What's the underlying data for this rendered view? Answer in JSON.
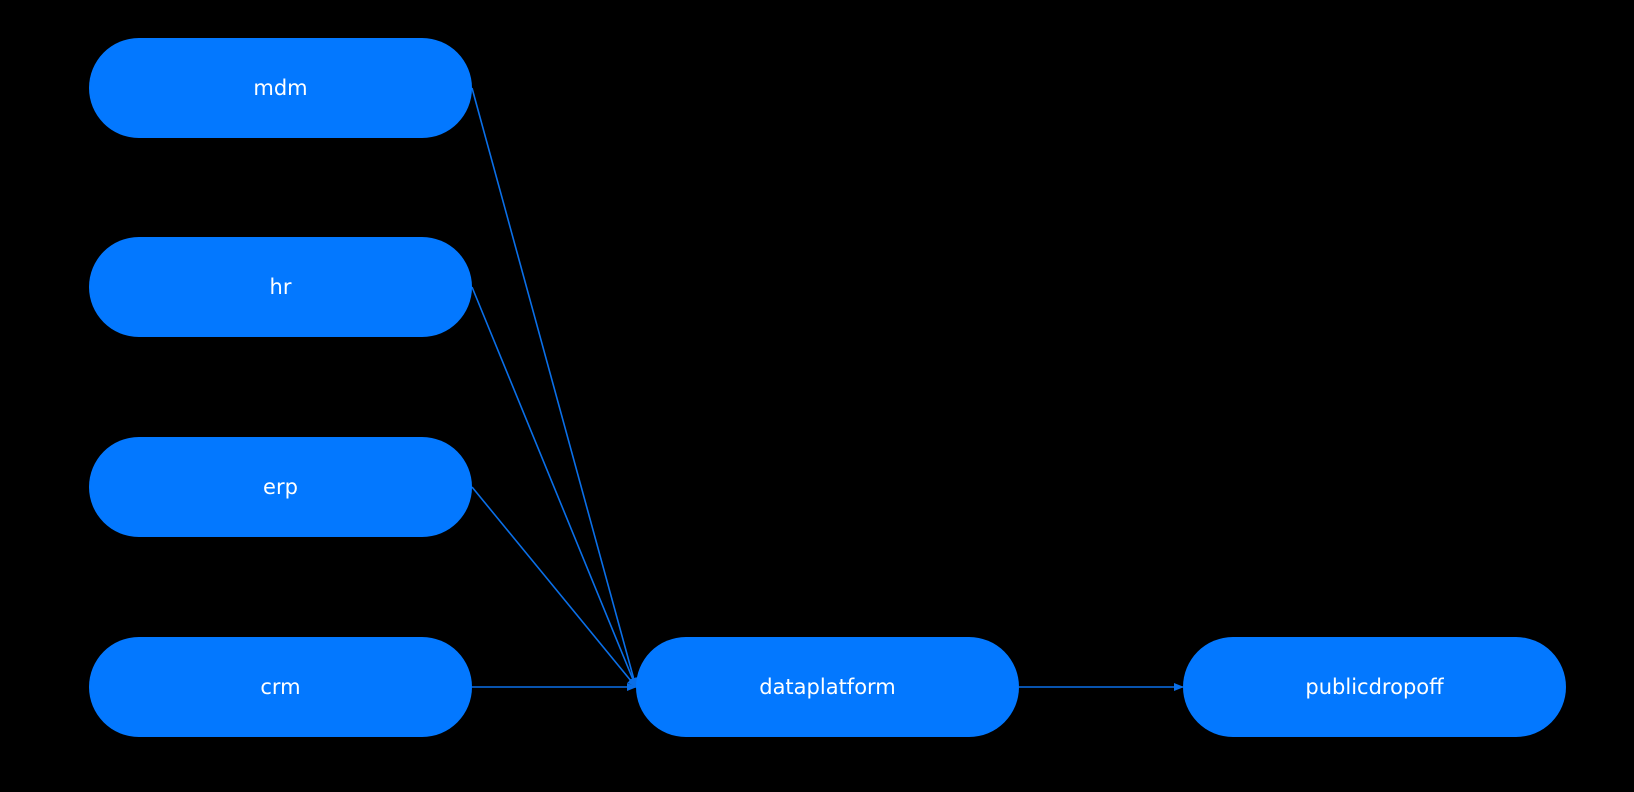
{
  "colors": {
    "background": "#000000",
    "node_fill": "#0378ff",
    "node_text": "#ffffff",
    "edge": "#0a6fe8"
  },
  "nodes": {
    "mdm": {
      "label": "mdm"
    },
    "hr": {
      "label": "hr"
    },
    "erp": {
      "label": "erp"
    },
    "crm": {
      "label": "crm"
    },
    "dataplatform": {
      "label": "dataplatform"
    },
    "publicdropoff": {
      "label": "publicdropoff"
    }
  },
  "edges": [
    {
      "from": "mdm",
      "to": "dataplatform"
    },
    {
      "from": "hr",
      "to": "dataplatform"
    },
    {
      "from": "erp",
      "to": "dataplatform"
    },
    {
      "from": "crm",
      "to": "dataplatform"
    },
    {
      "from": "dataplatform",
      "to": "publicdropoff"
    }
  ]
}
